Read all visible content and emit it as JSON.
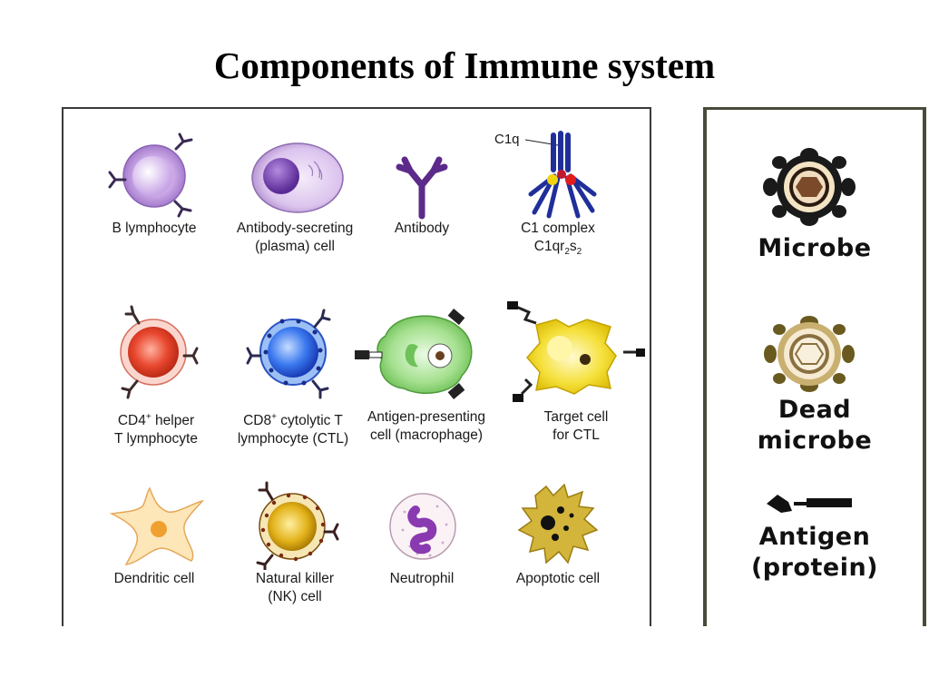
{
  "title": "Components of Immune system",
  "cells": {
    "b_lymphocyte": "B lymphocyte",
    "plasma_cell": [
      "Antibody-secreting",
      "(plasma) cell"
    ],
    "antibody": "Antibody",
    "c1_complex": {
      "label": "C1q",
      "line1": "C1 complex",
      "line2_base": "C1qr",
      "line2_sub1": "2",
      "line2_mid": "s",
      "line2_sub2": "2"
    },
    "cd4": {
      "line1_pre": "CD4",
      "line1_sup": "+",
      "line1_post": " helper",
      "line2": "T lymphocyte"
    },
    "cd8": {
      "line1_pre": "CD8",
      "line1_sup": "+",
      "line1_post": " cytolytic T",
      "line2": "lymphocyte (CTL)"
    },
    "apc": [
      "Antigen-presenting",
      "cell (macrophage)"
    ],
    "target": [
      "Target cell",
      "for CTL"
    ],
    "dendritic": "Dendritic cell",
    "nk": [
      "Natural killer",
      "(NK) cell"
    ],
    "neutrophil": "Neutrophil",
    "apoptotic": "Apoptotic cell"
  },
  "legend": {
    "microbe": "Microbe",
    "dead_microbe": [
      "Dead",
      "microbe"
    ],
    "antigen": [
      "Antigen",
      "(protein)"
    ]
  }
}
